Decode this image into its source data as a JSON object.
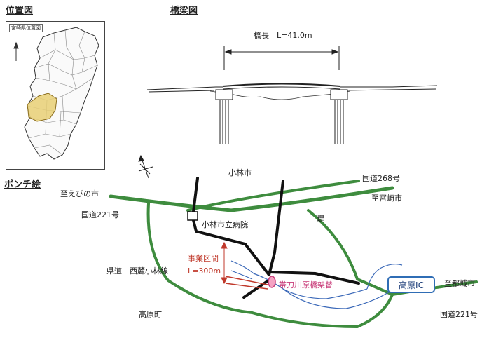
{
  "sections": {
    "location_map": "位置図",
    "bridge_drawing": "橋梁図",
    "sketch": "ポンチ絵"
  },
  "location_map": {
    "inset_title": "宮崎県位置図",
    "highlight_color": "#e8cf74"
  },
  "bridge": {
    "length_label": "橋長　L=41.0m"
  },
  "sketch": {
    "labels": {
      "kobayashi_city": "小林市",
      "route268": "国道268号",
      "to_ebino": "至えびの市",
      "to_miyazaki": "至宮崎市",
      "route221_left": "国道221号",
      "hospital": "小林市立病院",
      "embankment": "堤",
      "project_section": "事業区間",
      "project_length": "L=300m",
      "prefectural_road": "県道　西麓小林線",
      "bridge_replacement": "帯刀川原橋架替",
      "takaharu_ic": "高原IC",
      "to_miyakonojo": "至都城市",
      "takaharu_town": "高原町",
      "route221_right": "国道221号"
    },
    "colors": {
      "road_green": "#3e8c3e",
      "project_red": "#c0392b",
      "bridge_pink": "#c83a78",
      "river_blue": "#3a68b8"
    }
  }
}
